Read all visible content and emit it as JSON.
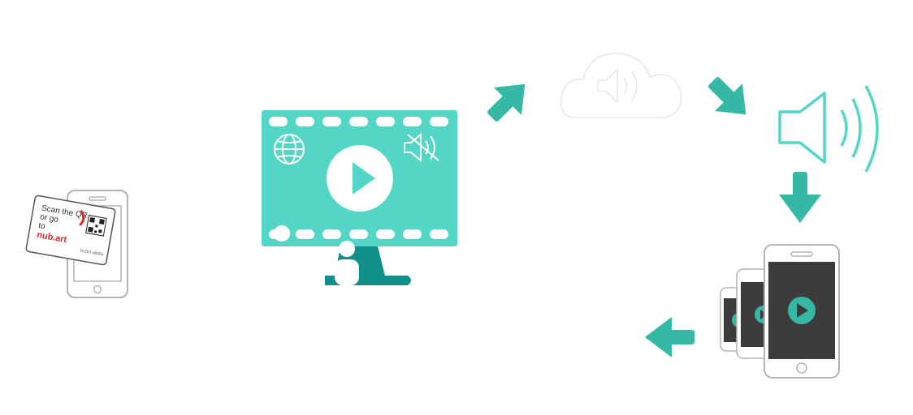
{
  "card": {
    "line1": "Scan the QR",
    "line2": "or go",
    "line3": "to",
    "brand": "nub.art",
    "code": "bc2b3-a8d5e"
  },
  "colors": {
    "teal": "#53d6c6",
    "teal_arrow": "#35b8a4",
    "teal_dark": "#11908a",
    "phone_gray": "#b3b3b3",
    "screen_dark": "#3c3c3c",
    "brand_red": "#e0282e"
  },
  "icons": [
    "qr-card-icon",
    "phone-icon",
    "monitor-icon",
    "film-strip-icon",
    "globe-icon",
    "mute-icon",
    "play-icon",
    "cloud-audio-icon",
    "speaker-icon",
    "arrow-icon",
    "phones-group-icon"
  ]
}
